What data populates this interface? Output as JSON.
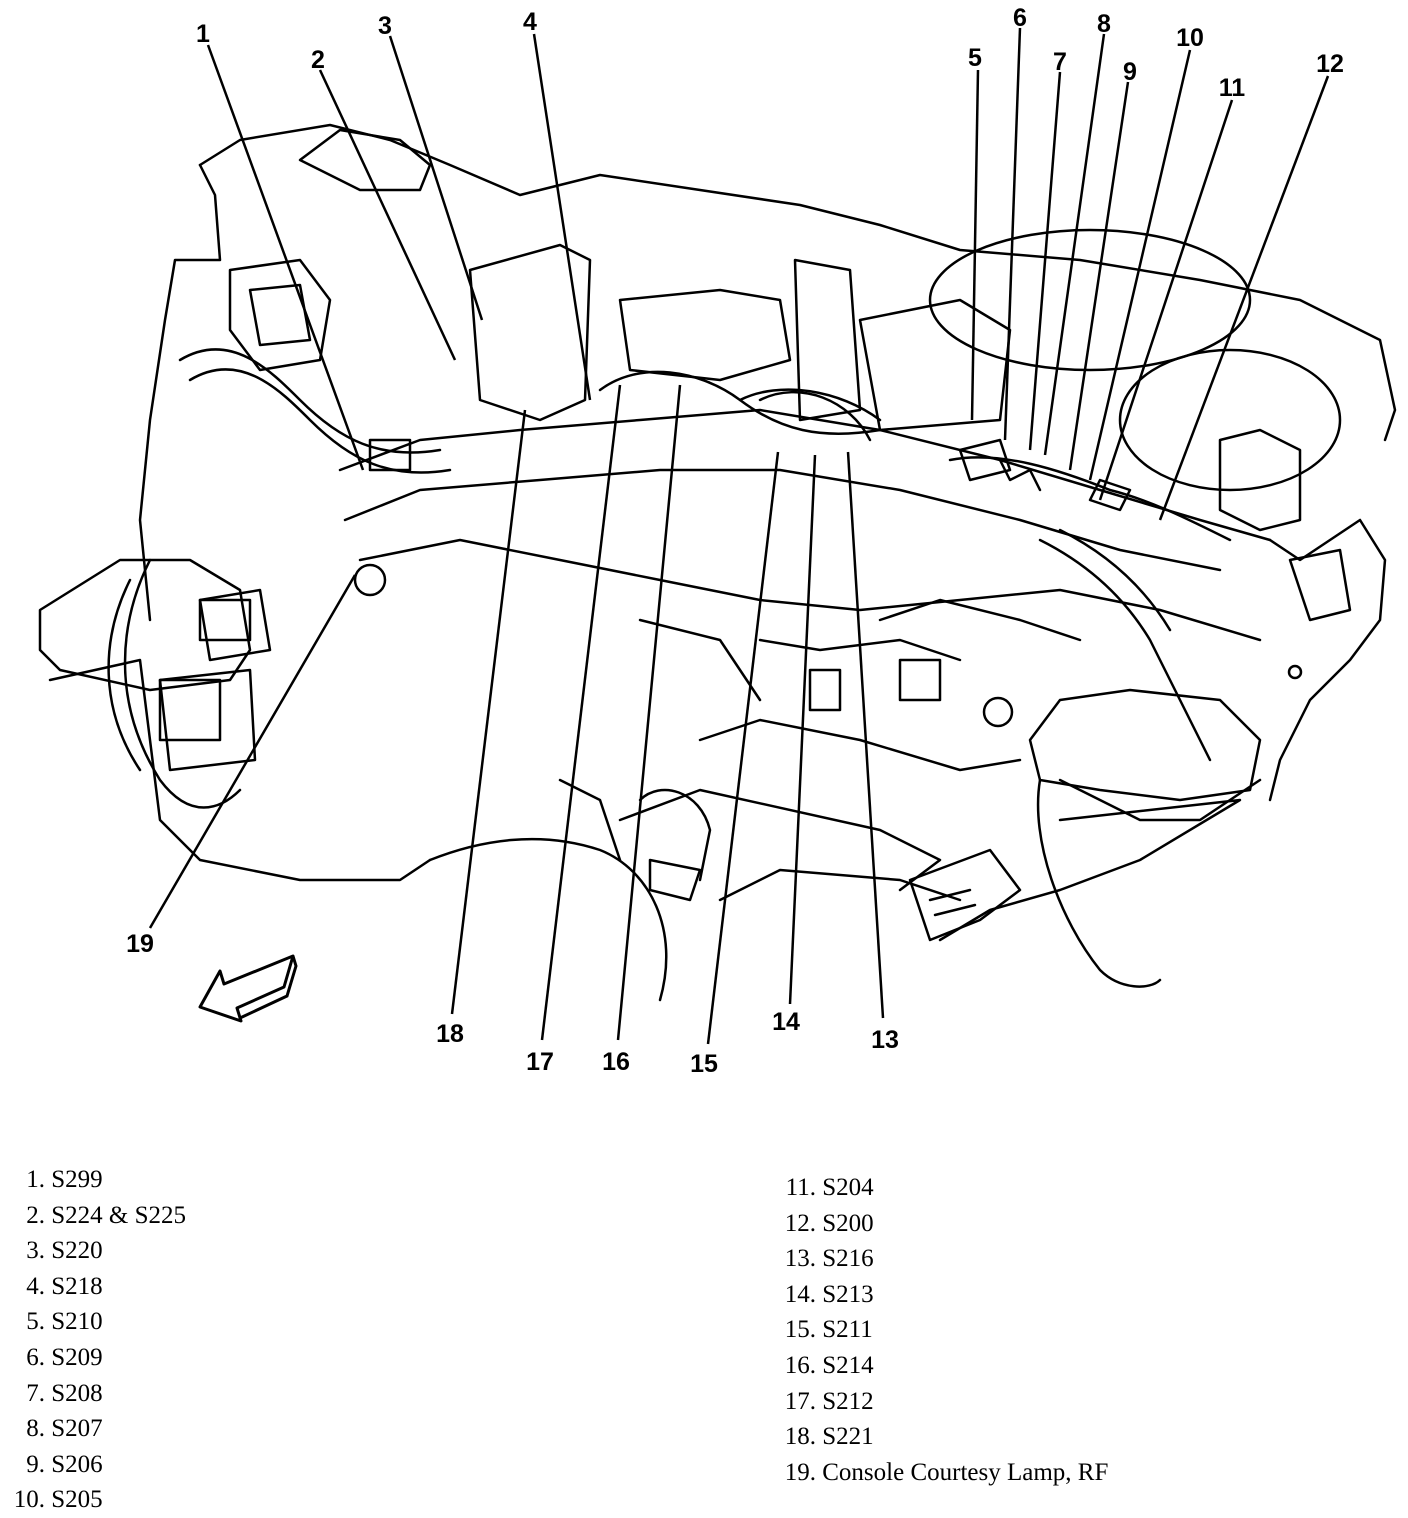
{
  "callouts": [
    "1",
    "2",
    "3",
    "4",
    "5",
    "6",
    "7",
    "8",
    "9",
    "10",
    "11",
    "12",
    "13",
    "14",
    "15",
    "16",
    "17",
    "18",
    "19"
  ],
  "legend": [
    {
      "num": "1.",
      "label": "S299"
    },
    {
      "num": "2.",
      "label": "S224 & S225"
    },
    {
      "num": "3.",
      "label": "S220"
    },
    {
      "num": "4.",
      "label": "S218"
    },
    {
      "num": "5.",
      "label": "S210"
    },
    {
      "num": "6.",
      "label": "S209"
    },
    {
      "num": "7.",
      "label": "S208"
    },
    {
      "num": "8.",
      "label": "S207"
    },
    {
      "num": "9.",
      "label": "S206"
    },
    {
      "num": "10.",
      "label": "S205"
    },
    {
      "num": "11.",
      "label": "S204"
    },
    {
      "num": "12.",
      "label": "S200"
    },
    {
      "num": "13.",
      "label": "S216"
    },
    {
      "num": "14.",
      "label": "S213"
    },
    {
      "num": "15.",
      "label": "S211"
    },
    {
      "num": "16.",
      "label": "S214"
    },
    {
      "num": "17.",
      "label": "S212"
    },
    {
      "num": "18.",
      "label": "S221"
    },
    {
      "num": "19.",
      "label": "Console Courtesy Lamp, RF"
    }
  ]
}
